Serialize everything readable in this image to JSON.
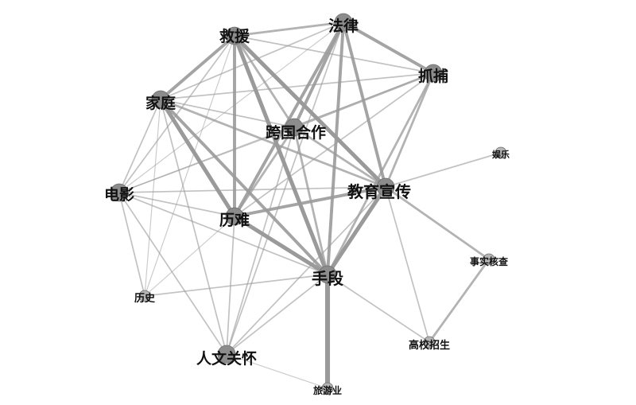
{
  "colors": {
    "edge": "#9a9a9a",
    "node": "#8c8c8c",
    "node_stroke": "#6e6e6e",
    "label": "#111111"
  },
  "nodes": [
    {
      "id": "jiuyuan",
      "label": "救援",
      "size": "large"
    },
    {
      "id": "falv",
      "label": "法律",
      "size": "large"
    },
    {
      "id": "zhuabu",
      "label": "抓捕",
      "size": "large"
    },
    {
      "id": "jiating",
      "label": "家庭",
      "size": "large"
    },
    {
      "id": "kuaguo",
      "label": "跨国合作",
      "size": "large"
    },
    {
      "id": "yule",
      "label": "娱乐",
      "size": "small"
    },
    {
      "id": "dianying",
      "label": "电影",
      "size": "large"
    },
    {
      "id": "jiaoyu",
      "label": "教育宣传",
      "size": "large"
    },
    {
      "id": "linan",
      "label": "历难",
      "size": "large"
    },
    {
      "id": "shishi",
      "label": "事实核查",
      "size": "small"
    },
    {
      "id": "shouduan",
      "label": "手段",
      "size": "large"
    },
    {
      "id": "lishi",
      "label": "历史",
      "size": "small"
    },
    {
      "id": "renwen",
      "label": "人文关怀",
      "size": "large"
    },
    {
      "id": "gaoxiao",
      "label": "高校招生",
      "size": "small"
    },
    {
      "id": "lvyou",
      "label": "旅游业",
      "size": "small"
    }
  ],
  "edges": [
    [
      "jiuyuan",
      "falv",
      2
    ],
    [
      "jiuyuan",
      "zhuabu",
      1
    ],
    [
      "jiuyuan",
      "jiating",
      3
    ],
    [
      "jiuyuan",
      "linan",
      3
    ],
    [
      "jiuyuan",
      "kuaguo",
      2
    ],
    [
      "jiuyuan",
      "jiaoyu",
      4
    ],
    [
      "jiuyuan",
      "shouduan",
      4
    ],
    [
      "jiuyuan",
      "dianying",
      1
    ],
    [
      "jiuyuan",
      "lishi",
      0.5
    ],
    [
      "falv",
      "zhuabu",
      3
    ],
    [
      "falv",
      "jiating",
      1
    ],
    [
      "falv",
      "kuaguo",
      3
    ],
    [
      "falv",
      "jiaoyu",
      3
    ],
    [
      "falv",
      "shouduan",
      3
    ],
    [
      "falv",
      "linan",
      3
    ],
    [
      "falv",
      "dianying",
      0.5
    ],
    [
      "falv",
      "renwen",
      1
    ],
    [
      "zhuabu",
      "jiating",
      1
    ],
    [
      "zhuabu",
      "kuaguo",
      2
    ],
    [
      "zhuabu",
      "jiaoyu",
      2
    ],
    [
      "zhuabu",
      "shouduan",
      2
    ],
    [
      "zhuabu",
      "linan",
      1
    ],
    [
      "zhuabu",
      "dianying",
      0.5
    ],
    [
      "jiating",
      "kuaguo",
      1
    ],
    [
      "jiating",
      "jiaoyu",
      2
    ],
    [
      "jiating",
      "linan",
      4
    ],
    [
      "jiating",
      "shouduan",
      3
    ],
    [
      "jiating",
      "dianying",
      1
    ],
    [
      "jiating",
      "lishi",
      0.5
    ],
    [
      "jiating",
      "renwen",
      1
    ],
    [
      "kuaguo",
      "jiaoyu",
      2
    ],
    [
      "kuaguo",
      "shouduan",
      2
    ],
    [
      "kuaguo",
      "linan",
      2
    ],
    [
      "kuaguo",
      "dianying",
      1
    ],
    [
      "kuaguo",
      "renwen",
      1
    ],
    [
      "yule",
      "jiaoyu",
      1
    ],
    [
      "dianying",
      "jiaoyu",
      1
    ],
    [
      "dianying",
      "linan",
      1
    ],
    [
      "dianying",
      "shouduan",
      1
    ],
    [
      "dianying",
      "lishi",
      1
    ],
    [
      "dianying",
      "renwen",
      1
    ],
    [
      "jiaoyu",
      "linan",
      3
    ],
    [
      "jiaoyu",
      "shouduan",
      4
    ],
    [
      "jiaoyu",
      "shishi",
      2
    ],
    [
      "jiaoyu",
      "gaoxiao",
      1
    ],
    [
      "jiaoyu",
      "renwen",
      1
    ],
    [
      "linan",
      "shouduan",
      4
    ],
    [
      "linan",
      "renwen",
      1
    ],
    [
      "linan",
      "lishi",
      0.5
    ],
    [
      "shishi",
      "gaoxiao",
      2
    ],
    [
      "shouduan",
      "lishi",
      1
    ],
    [
      "shouduan",
      "renwen",
      1
    ],
    [
      "shouduan",
      "lvyou",
      5
    ],
    [
      "shouduan",
      "gaoxiao",
      1
    ],
    [
      "renwen",
      "lvyou",
      0.5
    ]
  ]
}
